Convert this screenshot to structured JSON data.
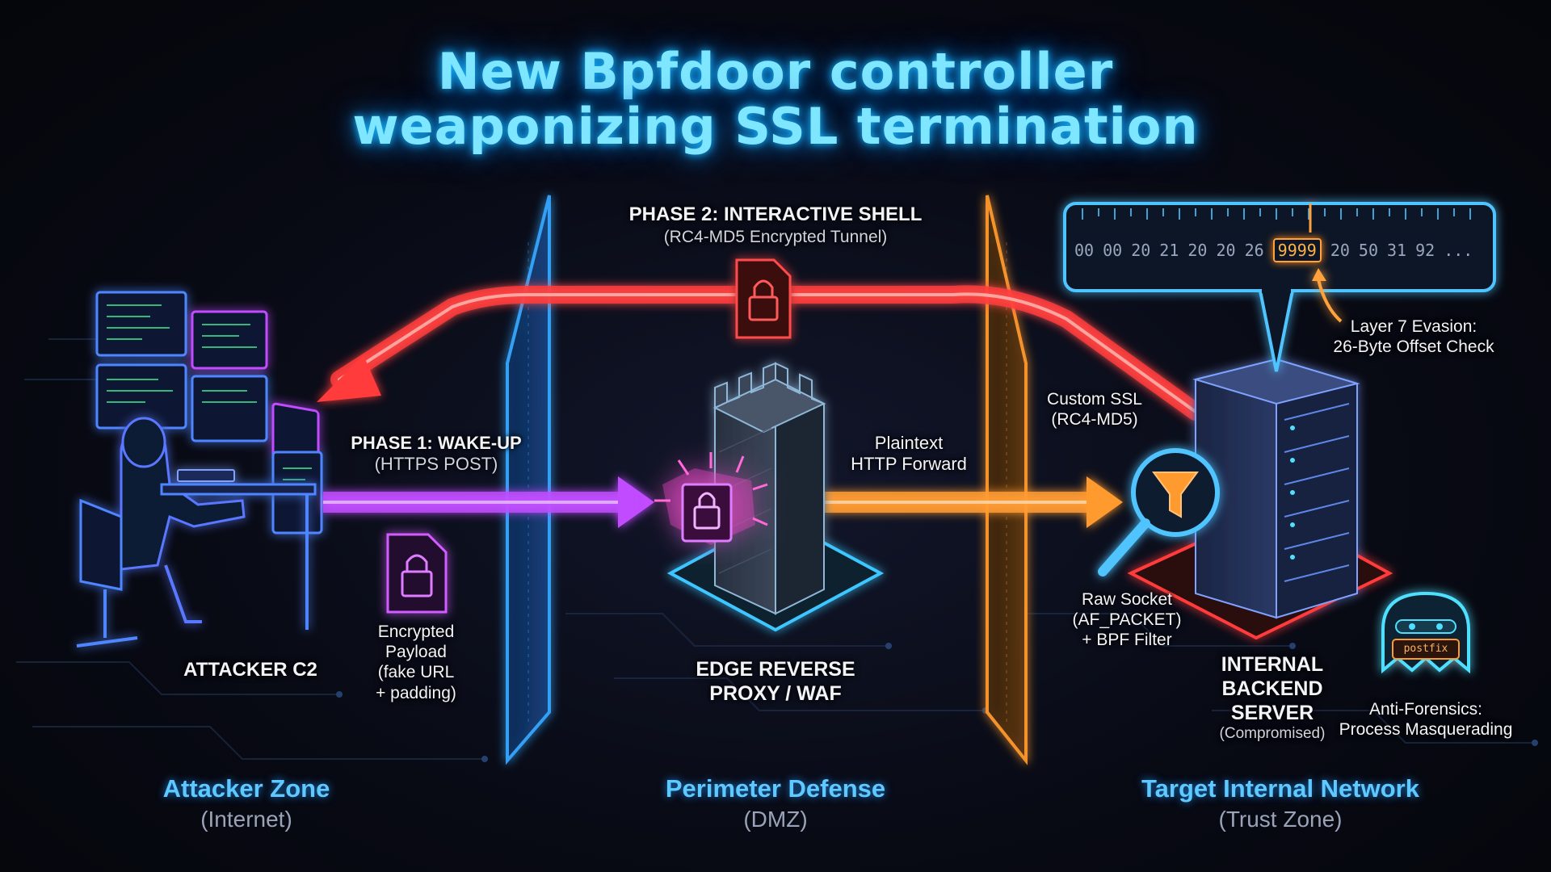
{
  "diagram": {
    "title_line1": "New Bpfdoor controller",
    "title_line2": "weaponizing SSL termination",
    "nodes": {
      "attacker": {
        "label": "ATTACKER C2"
      },
      "proxy": {
        "label_line1": "EDGE REVERSE",
        "label_line2": "PROXY / WAF"
      },
      "server": {
        "label_line1": "INTERNAL",
        "label_line2": "BACKEND",
        "label_line3": "SERVER",
        "note": "(Compromised)"
      },
      "ghost": {
        "badge": "postfix"
      }
    },
    "flows": {
      "phase1": {
        "title": "PHASE 1: WAKE-UP",
        "subtitle": "(HTTPS POST)"
      },
      "phase2": {
        "title": "PHASE 2: INTERACTIVE SHELL",
        "subtitle": "(RC4-MD5 Encrypted Tunnel)"
      },
      "forward": {
        "line1": "Plaintext",
        "line2": "HTTP Forward"
      },
      "custom_ssl": {
        "line1": "Custom SSL",
        "line2": "(RC4-MD5)"
      }
    },
    "annotations": {
      "payload": {
        "line1": "Encrypted",
        "line2": "Payload",
        "line3": "(fake URL",
        "line4": "+ padding)"
      },
      "raw_socket": {
        "line1": "Raw Socket",
        "line2": "(AF_PACKET)",
        "line3": "+ BPF Filter"
      },
      "evasion": {
        "line1": "Layer 7 Evasion:",
        "line2": "26-Byte Offset Check"
      },
      "antiforensics": {
        "line1": "Anti-Forensics:",
        "line2": "Process Masquerading"
      }
    },
    "packet_hex": {
      "bytes": [
        "00",
        "00",
        "20",
        "21",
        "20",
        "20",
        "26"
      ],
      "highlight": "9999",
      "bytes_after": [
        "20",
        "50",
        "31",
        "92",
        "..."
      ]
    },
    "zones": {
      "attacker": {
        "title": "Attacker Zone",
        "subtitle": "(Internet)"
      },
      "perimeter": {
        "title": "Perimeter Defense",
        "subtitle": "(DMZ)"
      },
      "target": {
        "title": "Target Internal Network",
        "subtitle": "(Trust Zone)"
      }
    },
    "colors": {
      "title": "#7fe6ff",
      "phase1": "#c04bff",
      "phase2": "#ff3b3b",
      "forward": "#ff9a2e",
      "firewall_left": "#36a8ff",
      "firewall_right": "#ff9a2e",
      "proxy": "#3ec6ff",
      "server": "#4f86ff",
      "server_base": "#ff3b3b"
    }
  }
}
